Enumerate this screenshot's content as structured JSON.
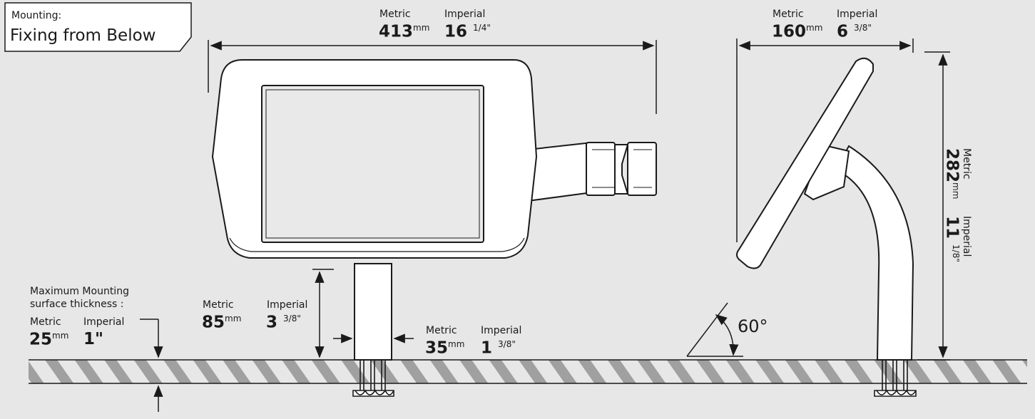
{
  "title": {
    "caption": "Mounting:",
    "heading": "Fixing from Below"
  },
  "dimensions": {
    "width_front": {
      "metric_label": "Metric",
      "imperial_label": "Imperial",
      "metric": "413",
      "metric_unit": "mm",
      "imperial": "16",
      "imperial_frac": "1/4\""
    },
    "width_side": {
      "metric_label": "Metric",
      "imperial_label": "Imperial",
      "metric": "160",
      "metric_unit": "mm",
      "imperial": "6",
      "imperial_frac": "3/8\""
    },
    "height": {
      "metric_label": "Metric",
      "imperial_label": "Imperial",
      "metric": "282",
      "metric_unit": "mm",
      "imperial": "11",
      "imperial_frac": "1/8\""
    },
    "pole_height": {
      "metric_label": "Metric",
      "imperial_label": "Imperial",
      "metric": "85",
      "metric_unit": "mm",
      "imperial": "3",
      "imperial_frac": "3/8\""
    },
    "pole_width": {
      "metric_label": "Metric",
      "imperial_label": "Imperial",
      "metric": "35",
      "metric_unit": "mm",
      "imperial": "1",
      "imperial_frac": "3/8\""
    },
    "surface": {
      "caption_line1": "Maximum Mounting",
      "caption_line2": "surface thickness :",
      "metric_label": "Metric",
      "imperial_label": "Imperial",
      "metric": "25",
      "metric_unit": "mm",
      "imperial": "1\""
    },
    "angle": "60°"
  },
  "colors": {
    "background": "#e7e7e8",
    "ink": "#1a1a1a",
    "hatch": "#9a9a9a",
    "device": "#ffffff"
  }
}
